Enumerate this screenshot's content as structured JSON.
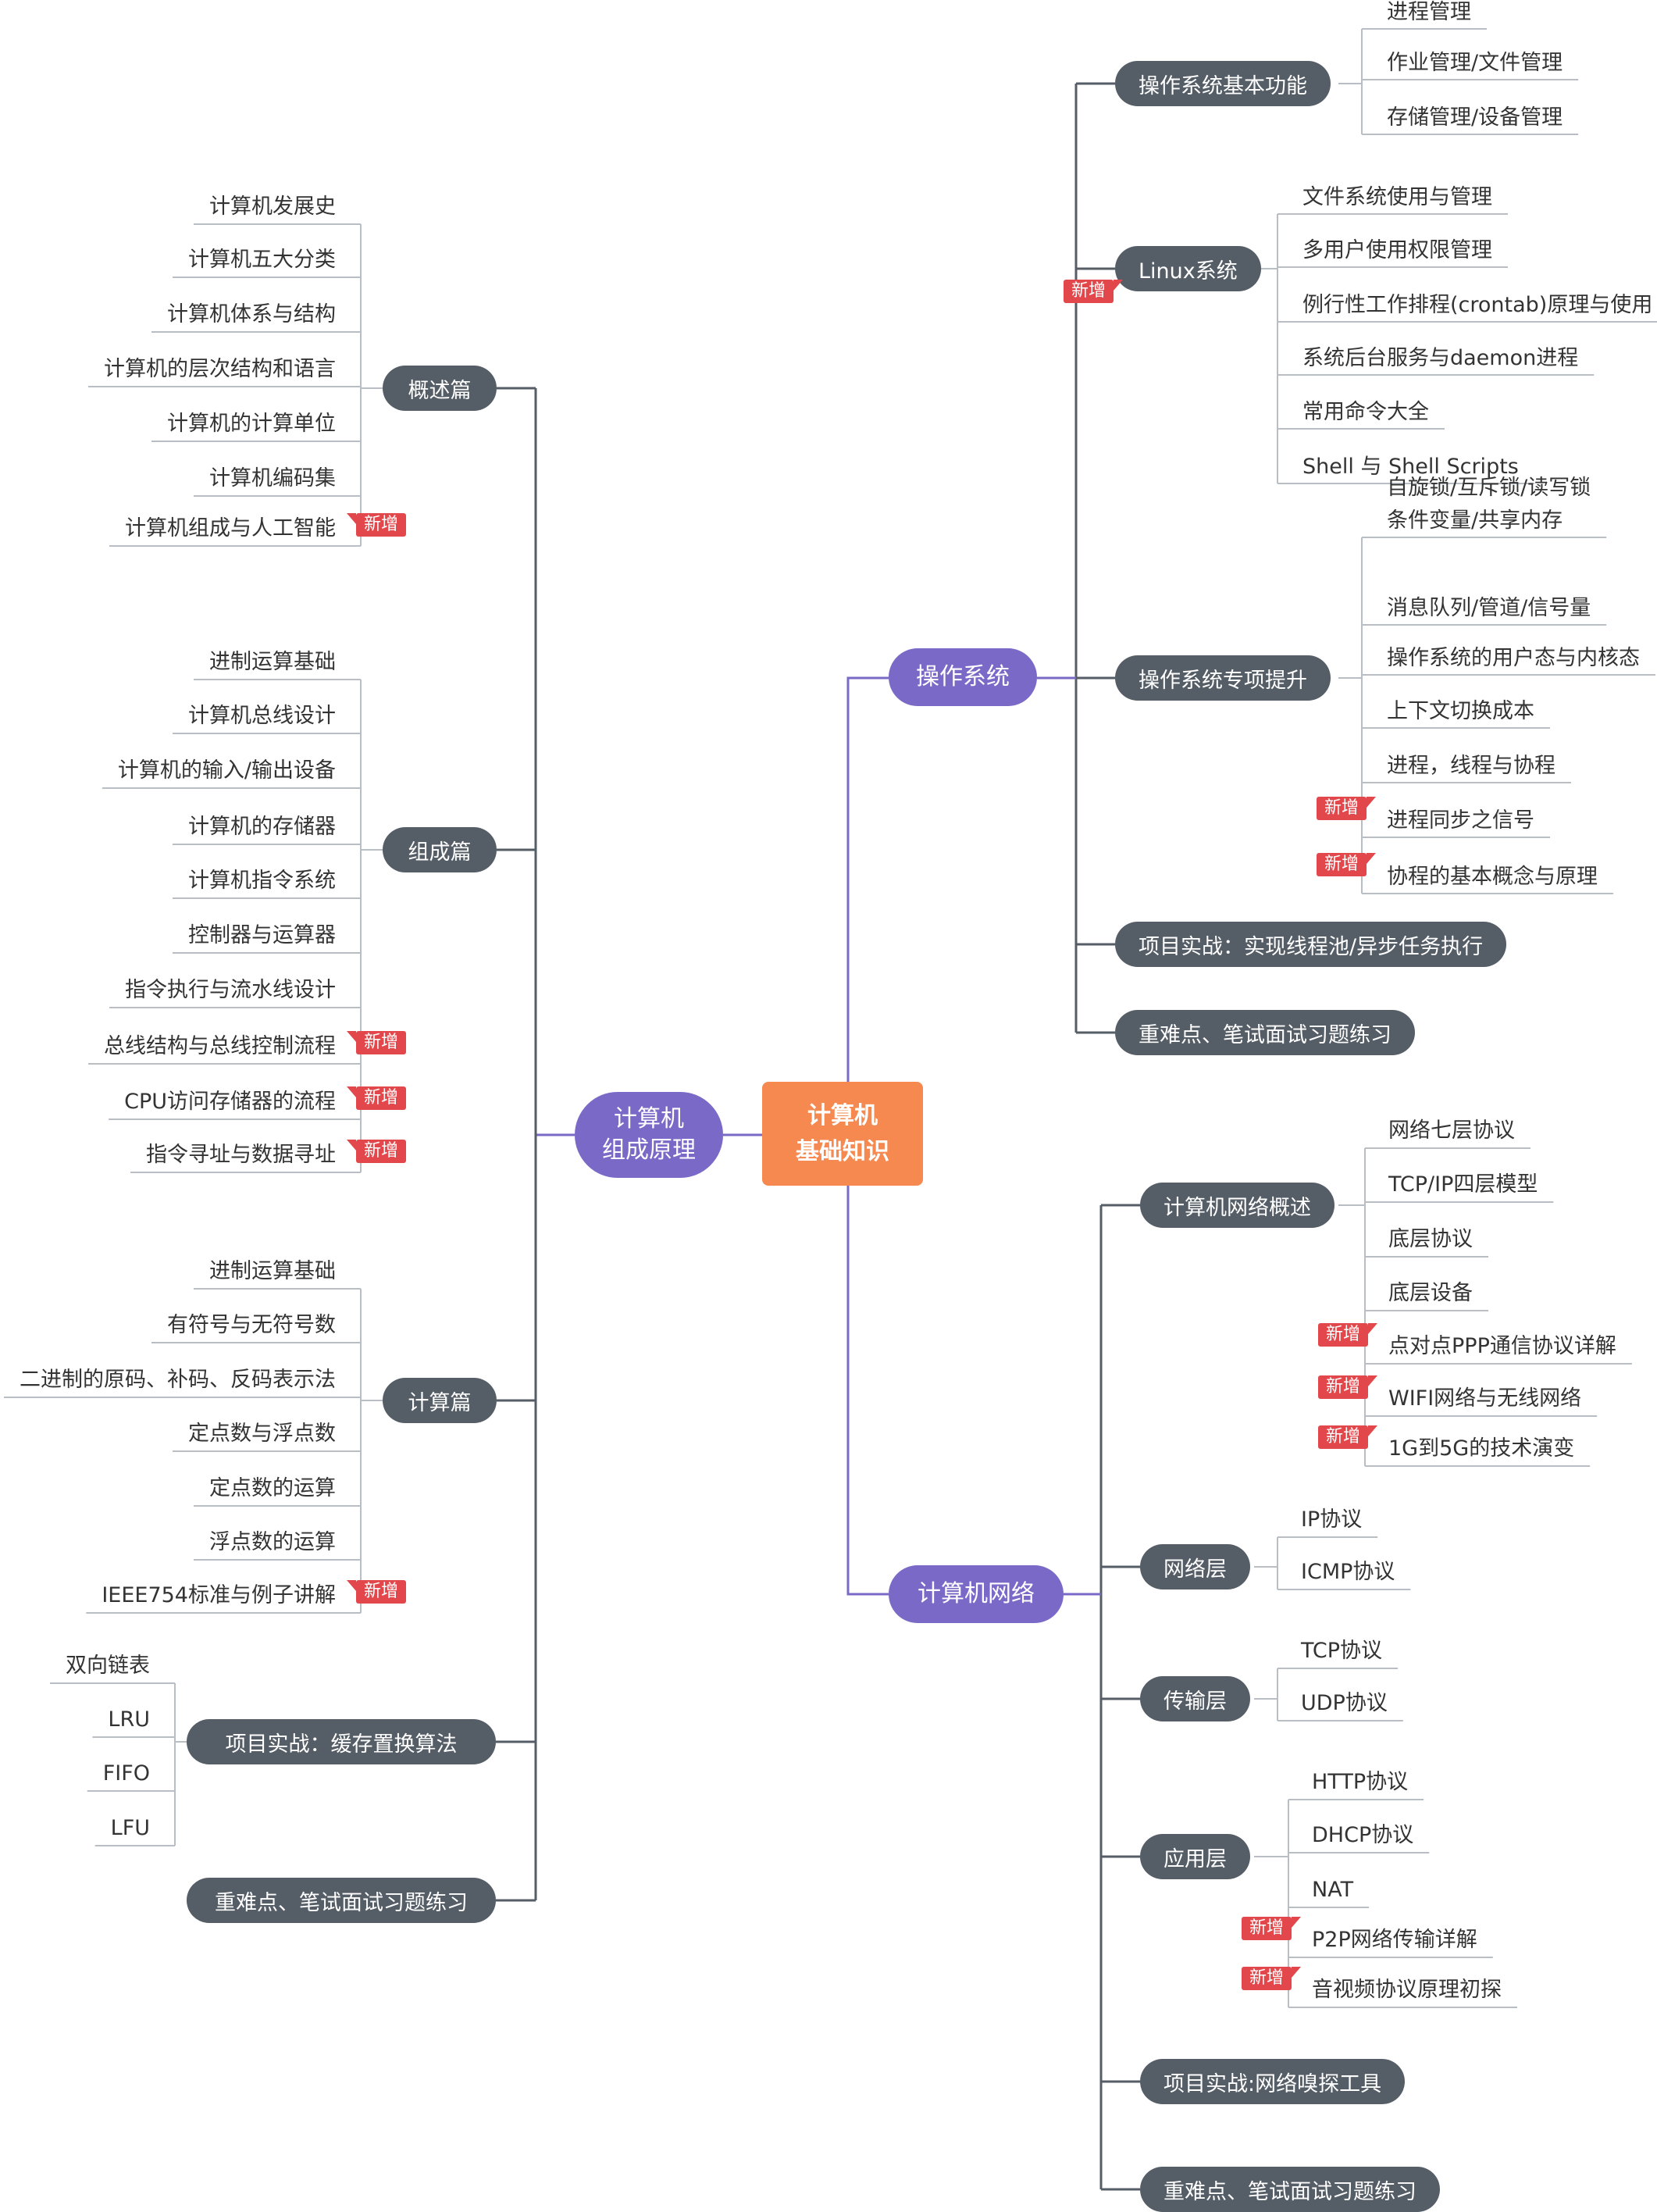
{
  "root": {
    "line1": "计算机",
    "line2": "基础知识"
  },
  "colors": {
    "root": "#f5894f",
    "main_branch": "#7a69c7",
    "sub_branch": "#555d66",
    "badge": "#e2474b",
    "leaf_line": "#b9bec5"
  },
  "badge_label": "新增",
  "left": {
    "branch": {
      "line1": "计算机",
      "line2": "组成原理"
    },
    "groups": [
      {
        "label": "概述篇",
        "items": [
          {
            "text": "计算机发展史"
          },
          {
            "text": "计算机五大分类"
          },
          {
            "text": "计算机体系与结构"
          },
          {
            "text": "计算机的层次结构和语言"
          },
          {
            "text": "计算机的计算单位"
          },
          {
            "text": "计算机编码集"
          },
          {
            "text": "计算机组成与人工智能",
            "new": true
          }
        ]
      },
      {
        "label": "组成篇",
        "items": [
          {
            "text": "进制运算基础"
          },
          {
            "text": "计算机总线设计"
          },
          {
            "text": "计算机的输入/输出设备"
          },
          {
            "text": "计算机的存储器"
          },
          {
            "text": "计算机指令系统"
          },
          {
            "text": "控制器与运算器"
          },
          {
            "text": "指令执行与流水线设计"
          },
          {
            "text": "总线结构与总线控制流程",
            "new": true
          },
          {
            "text": "CPU访问存储器的流程",
            "new": true
          },
          {
            "text": "指令寻址与数据寻址",
            "new": true
          }
        ]
      },
      {
        "label": "计算篇",
        "items": [
          {
            "text": "进制运算基础"
          },
          {
            "text": "有符号与无符号数"
          },
          {
            "text": "二进制的原码、补码、反码表示法"
          },
          {
            "text": "定点数与浮点数"
          },
          {
            "text": "定点数的运算"
          },
          {
            "text": "浮点数的运算"
          },
          {
            "text": "IEEE754标准与例子讲解",
            "new": true
          }
        ]
      },
      {
        "label": "项目实战：缓存置换算法",
        "items": [
          {
            "text": "双向链表"
          },
          {
            "text": "LRU"
          },
          {
            "text": "FIFO"
          },
          {
            "text": "LFU"
          }
        ]
      },
      {
        "label": "重难点、笔试面试习题练习",
        "items": []
      }
    ]
  },
  "right": [
    {
      "branch": "操作系统",
      "groups": [
        {
          "label": "操作系统基本功能",
          "items": [
            {
              "text": "进程管理"
            },
            {
              "text": "作业管理/文件管理"
            },
            {
              "text": "存储管理/设备管理"
            }
          ]
        },
        {
          "label": "Linux系统",
          "new": true,
          "items": [
            {
              "text": "文件系统使用与管理"
            },
            {
              "text": "多用户使用权限管理"
            },
            {
              "text": "例行性工作排程(crontab)原理与使用"
            },
            {
              "text": "系统后台服务与daemon进程"
            },
            {
              "text": "常用命令大全"
            },
            {
              "text": "Shell 与 Shell Scripts"
            }
          ]
        },
        {
          "label": "操作系统专项提升",
          "items": [
            {
              "text": "自旋锁/互斥锁/读写锁\n条件变量/共享内存"
            },
            {
              "text": "消息队列/管道/信号量"
            },
            {
              "text": "操作系统的用户态与内核态"
            },
            {
              "text": "上下文切换成本"
            },
            {
              "text": "进程，线程与协程"
            },
            {
              "text": "进程同步之信号",
              "new": true
            },
            {
              "text": "协程的基本概念与原理",
              "new": true
            }
          ]
        },
        {
          "label": "项目实战：实现线程池/异步任务执行",
          "items": []
        },
        {
          "label": "重难点、笔试面试习题练习",
          "items": []
        }
      ]
    },
    {
      "branch": "计算机网络",
      "groups": [
        {
          "label": "计算机网络概述",
          "items": [
            {
              "text": "网络七层协议"
            },
            {
              "text": "TCP/IP四层模型"
            },
            {
              "text": "底层协议"
            },
            {
              "text": "底层设备"
            },
            {
              "text": "点对点PPP通信协议详解",
              "new": true
            },
            {
              "text": "WIFI网络与无线网络",
              "new": true
            },
            {
              "text": "1G到5G的技术演变",
              "new": true
            }
          ]
        },
        {
          "label": "网络层",
          "items": [
            {
              "text": "IP协议"
            },
            {
              "text": "ICMP协议"
            }
          ]
        },
        {
          "label": "传输层",
          "items": [
            {
              "text": "TCP协议"
            },
            {
              "text": "UDP协议"
            }
          ]
        },
        {
          "label": "应用层",
          "items": [
            {
              "text": "HTTP协议"
            },
            {
              "text": "DHCP协议"
            },
            {
              "text": "NAT"
            },
            {
              "text": "P2P网络传输详解",
              "new": true
            },
            {
              "text": "音视频协议原理初探",
              "new": true
            }
          ]
        },
        {
          "label": "项目实战:网络嗅探工具",
          "items": []
        },
        {
          "label": "重难点、笔试面试习题练习",
          "items": []
        }
      ]
    }
  ]
}
